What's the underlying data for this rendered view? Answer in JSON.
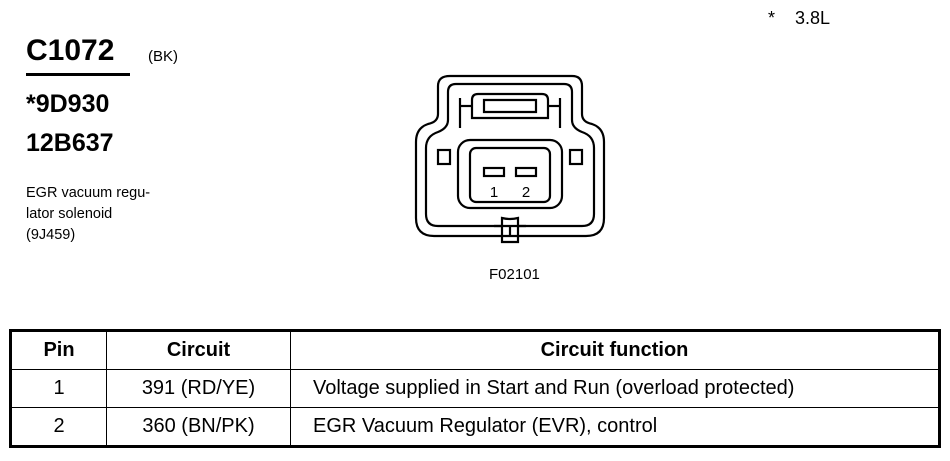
{
  "engine_note": "*    3.8L",
  "connector": {
    "id": "C1072",
    "color": "(BK)",
    "parts": [
      "*9D930",
      "12B637"
    ],
    "description_lines": [
      "EGR vacuum regu-",
      "lator solenoid",
      "(9J459)"
    ]
  },
  "diagram": {
    "pin_labels": [
      "1",
      "2"
    ],
    "figure_code": "F02101"
  },
  "table": {
    "headers": [
      "Pin",
      "Circuit",
      "Circuit function"
    ],
    "rows": [
      {
        "pin": "1",
        "circuit": "391 (RD/YE)",
        "function": "Voltage supplied in Start and Run (overload protected)"
      },
      {
        "pin": "2",
        "circuit": "360 (BN/PK)",
        "function": "EGR Vacuum Regulator (EVR), control"
      }
    ]
  }
}
